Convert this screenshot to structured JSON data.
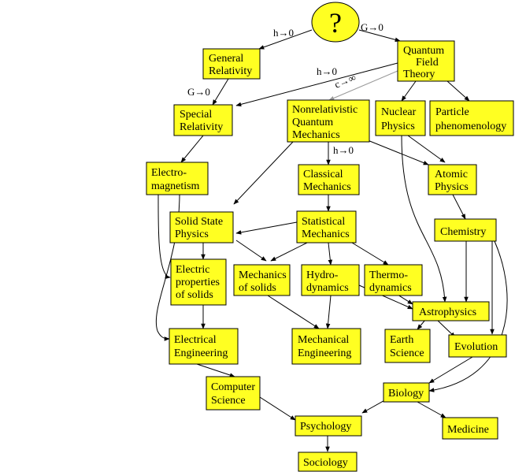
{
  "root": {
    "label": "?",
    "fill": "#ffff22"
  },
  "nodes": {
    "general_relativity": [
      "General",
      "Relativity"
    ],
    "qft": [
      "Quantum",
      "Field",
      "Theory"
    ],
    "special_relativity": [
      "Special",
      "Relativity"
    ],
    "nonrel_qm": [
      "Nonrelativistic",
      "Quantum",
      "Mechanics"
    ],
    "nuclear_physics": [
      "Nuclear",
      "Physics"
    ],
    "particle_phenomenology": [
      "Particle",
      "phenomenology"
    ],
    "electromagnetism": [
      "Electro-",
      "magnetism"
    ],
    "classical_mechanics": [
      "Classical",
      "Mechanics"
    ],
    "atomic_physics": [
      "Atomic",
      "Physics"
    ],
    "solid_state_physics": [
      "Solid State",
      "Physics"
    ],
    "statistical_mechanics": [
      "Statistical",
      "Mechanics"
    ],
    "chemistry": [
      "Chemistry"
    ],
    "electric_properties": [
      "Electric",
      "properties",
      "of solids"
    ],
    "mechanics_of_solids": [
      "Mechanics",
      "of solids"
    ],
    "hydrodynamics": [
      "Hydro-",
      "dynamics"
    ],
    "thermodynamics": [
      "Thermo-",
      "dynamics"
    ],
    "astrophysics": [
      "Astrophysics"
    ],
    "electrical_engineering": [
      "Electrical",
      "Engineering"
    ],
    "mechanical_engineering": [
      "Mechanical",
      "Engineering"
    ],
    "earth_science": [
      "Earth",
      "Science"
    ],
    "evolution": [
      "Evolution"
    ],
    "computer_science": [
      "Computer",
      "Science"
    ],
    "biology": [
      "Biology"
    ],
    "psychology": [
      "Psychology"
    ],
    "medicine": [
      "Medicine"
    ],
    "sociology": [
      "Sociology"
    ]
  },
  "edge_labels": {
    "h0_left": "h→0",
    "g0_right": "G→0",
    "g0_gr": "G→0",
    "h0_qft": "h→0",
    "c_inf": "c→∞",
    "h0_qm": "h→0"
  },
  "colors": {
    "node_fill": "#ffff22",
    "line": "#000000",
    "faint_line": "#999999"
  }
}
